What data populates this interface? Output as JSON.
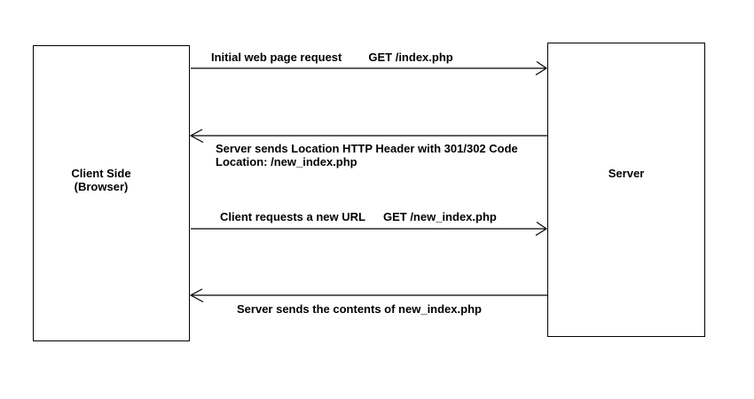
{
  "diagram": {
    "type": "sequence",
    "background_color": "#ffffff",
    "line_color": "#000000",
    "text_color": "#000000",
    "actors": [
      {
        "id": "client",
        "label_line1": "Client Side",
        "label_line2": "(Browser)"
      },
      {
        "id": "server",
        "label": "Server"
      }
    ],
    "messages": [
      {
        "from": "client",
        "to": "server",
        "direction": "right",
        "text": "Initial web page request",
        "request": "GET /index.php"
      },
      {
        "from": "server",
        "to": "client",
        "direction": "left",
        "text_line1": "Server sends Location HTTP Header with 301/302 Code",
        "text_line2": "Location: /new_index.php"
      },
      {
        "from": "client",
        "to": "server",
        "direction": "right",
        "text": "Client requests a new URL",
        "request": "GET /new_index.php"
      },
      {
        "from": "server",
        "to": "client",
        "direction": "left",
        "text": "Server sends the contents of new_index.php"
      }
    ]
  }
}
